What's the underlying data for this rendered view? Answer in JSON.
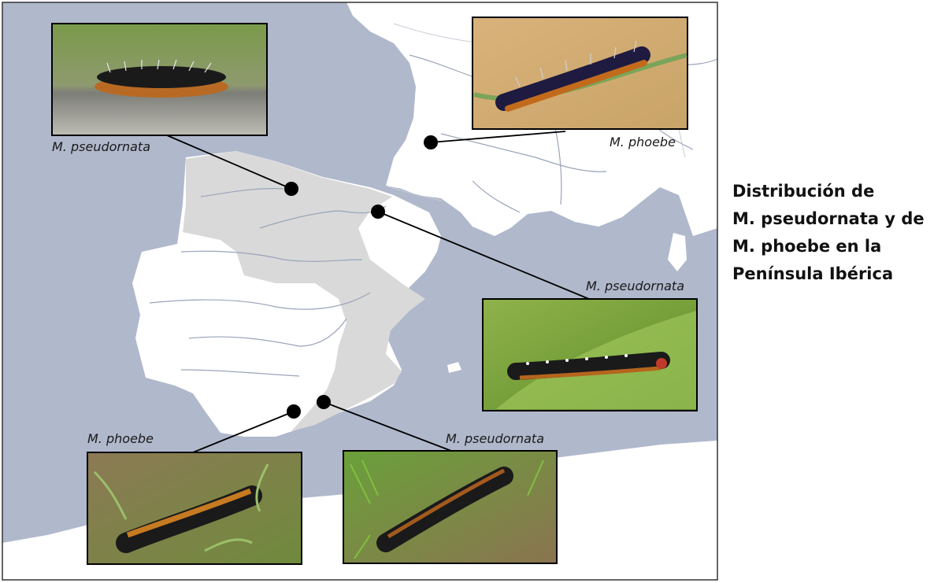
{
  "title_lines": [
    "Distribución de",
    "M. pseudornata y de",
    "M. phoebe en la",
    "Península Ibérica"
  ],
  "labels": {
    "pseudornata_nw": "M. pseudornata",
    "phoebe_france": "M. phoebe",
    "pseudornata_east": "M. pseudornata",
    "phoebe_south": "M. phoebe",
    "pseudornata_south": "M. pseudornata"
  },
  "colors": {
    "sea": "#b0b8cc",
    "land": "#ffffff",
    "range": "#d9d9d9",
    "rivers": "#9aa4b8",
    "marker": "#000000"
  },
  "photos": [
    {
      "name": "photo-pseudornata-nw",
      "depicts": "caterpillar-on-rock",
      "icon": "caterpillar-photo"
    },
    {
      "name": "photo-phoebe-france",
      "depicts": "caterpillar-on-stem",
      "icon": "caterpillar-photo"
    },
    {
      "name": "photo-pseudornata-east",
      "depicts": "caterpillar-on-leaf",
      "icon": "caterpillar-photo"
    },
    {
      "name": "photo-phoebe-south",
      "depicts": "caterpillar-on-plant",
      "icon": "caterpillar-photo"
    },
    {
      "name": "photo-pseudornata-south",
      "depicts": "caterpillar-on-grass",
      "icon": "caterpillar-photo"
    }
  ]
}
